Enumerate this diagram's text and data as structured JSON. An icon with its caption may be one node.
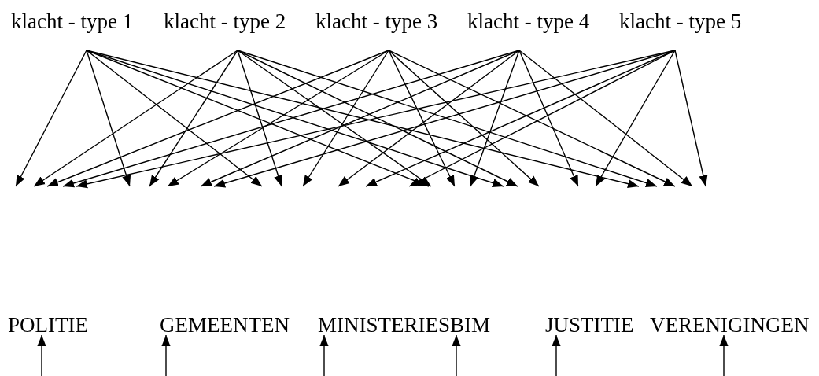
{
  "diagram": {
    "nodes": [
      {
        "text": [
          "klacht - type 1"
        ]
      },
      {
        "text": [
          "klacht - type 2"
        ]
      },
      {
        "text": [
          "klacht - type 3"
        ]
      },
      {
        "text": [
          "klacht - type 4"
        ]
      },
      {
        "text": [
          "klacht - type 5"
        ]
      },
      {
        "text": [
          "POLITIE"
        ]
      },
      {
        "text": [
          "GEMEENTEN"
        ]
      },
      {
        "text": [
          "MINISTERIES"
        ]
      },
      {
        "text": [
          "BIM"
        ]
      },
      {
        "text": [
          "JUSTITIE"
        ]
      },
      {
        "text": [
          "VERENIGINGEN"
        ]
      }
    ],
    "edges": [
      {
        "from": 0,
        "to": null,
        "arrow": "to"
      },
      {
        "from": 0,
        "to": null,
        "arrow": "to"
      },
      {
        "from": 0,
        "to": null,
        "arrow": "to"
      },
      {
        "from": 0,
        "to": null,
        "arrow": "to"
      },
      {
        "from": 0,
        "to": null,
        "arrow": "to"
      },
      {
        "from": 0,
        "to": null,
        "arrow": "to"
      },
      {
        "from": 1,
        "to": null,
        "arrow": "to"
      },
      {
        "from": 1,
        "to": null,
        "arrow": "to"
      },
      {
        "from": 1,
        "to": null,
        "arrow": "to"
      },
      {
        "from": 1,
        "to": null,
        "arrow": "to"
      },
      {
        "from": 1,
        "to": null,
        "arrow": "to"
      },
      {
        "from": 1,
        "to": null,
        "arrow": "to"
      },
      {
        "from": 2,
        "to": null,
        "arrow": "to"
      },
      {
        "from": 2,
        "to": null,
        "arrow": "to"
      },
      {
        "from": 2,
        "to": null,
        "arrow": "to"
      },
      {
        "from": 2,
        "to": null,
        "arrow": "to"
      },
      {
        "from": 2,
        "to": null,
        "arrow": "to"
      },
      {
        "from": 2,
        "to": null,
        "arrow": "to"
      },
      {
        "from": 3,
        "to": null,
        "arrow": "to"
      },
      {
        "from": 3,
        "to": null,
        "arrow": "to"
      },
      {
        "from": 3,
        "to": null,
        "arrow": "to"
      },
      {
        "from": 3,
        "to": null,
        "arrow": "to"
      },
      {
        "from": 3,
        "to": null,
        "arrow": "to"
      },
      {
        "from": 3,
        "to": null,
        "arrow": "to"
      },
      {
        "from": 4,
        "to": null,
        "arrow": "to"
      },
      {
        "from": 4,
        "to": null,
        "arrow": "to"
      },
      {
        "from": 4,
        "to": null,
        "arrow": "to"
      },
      {
        "from": 4,
        "to": null,
        "arrow": "to"
      },
      {
        "from": 4,
        "to": null,
        "arrow": "to"
      },
      {
        "from": 4,
        "to": null,
        "arrow": "to"
      },
      {
        "from": null,
        "to": 5,
        "arrow": "to"
      },
      {
        "from": null,
        "to": 6,
        "arrow": "to"
      },
      {
        "from": null,
        "to": 7,
        "arrow": "to"
      },
      {
        "from": null,
        "to": 8,
        "arrow": "to"
      },
      {
        "from": null,
        "to": 9,
        "arrow": "to"
      },
      {
        "from": null,
        "to": 10,
        "arrow": "to"
      }
    ]
  }
}
